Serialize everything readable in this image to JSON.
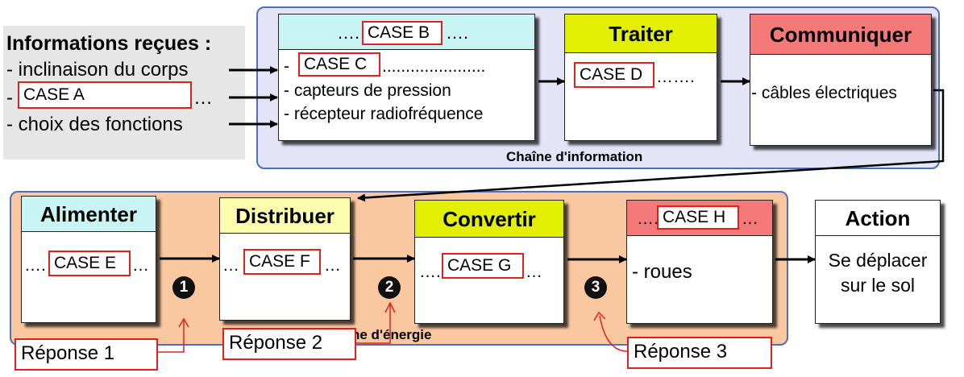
{
  "info": {
    "title": "Informations reçues :",
    "line1": "- inclinaison du corps",
    "line2_prefix": "-",
    "line2_suffix": "…",
    "line3": "- choix des fonctions"
  },
  "acquerir": {
    "head_prefix": "….",
    "head_suffix": "….",
    "l1_prefix": "-",
    "l1_suffix": "......................",
    "l2": "- capteurs de pression",
    "l3": "- récepteur radiofréquence"
  },
  "traiter": {
    "title": "Traiter",
    "suffix": "……."
  },
  "communiquer": {
    "title": "Communiquer",
    "text": "- câbles électriques"
  },
  "chaine_information": "Chaîne d'information",
  "alimenter": {
    "title": "Alimenter",
    "prefix": "….",
    "suffix": "…"
  },
  "distribuer": {
    "title": "Distribuer",
    "prefix": "…",
    "suffix": "…"
  },
  "convertir": {
    "title": "Convertir",
    "prefix": "….",
    "suffix": "…"
  },
  "agir": {
    "head_prefix": "….",
    "head_suffix": "…",
    "text": "- roues"
  },
  "action": {
    "title": "Action",
    "line1": "Se déplacer",
    "line2": "sur le  sol"
  },
  "chaine_energie_visible": "ne d'énergie",
  "numbers": [
    "1",
    "2",
    "3"
  ],
  "cases": {
    "a": "CASE A",
    "b": "CASE B",
    "c": "CASE C",
    "d": "CASE D",
    "e": "CASE E",
    "f": "CASE F",
    "g": "CASE G",
    "h": "CASE H"
  },
  "reponses": [
    "Réponse 1",
    "Réponse 2",
    "Réponse 3"
  ],
  "colors": {
    "cyan_head": "#c8f4f4",
    "yellow_head": "#e2f000",
    "red_head": "#f47a7a",
    "light_yellow_head": "#fdfdb0",
    "blue_panel": "#e4e4f8",
    "orange_panel": "#fac8a0",
    "red_box": "#e02020"
  }
}
